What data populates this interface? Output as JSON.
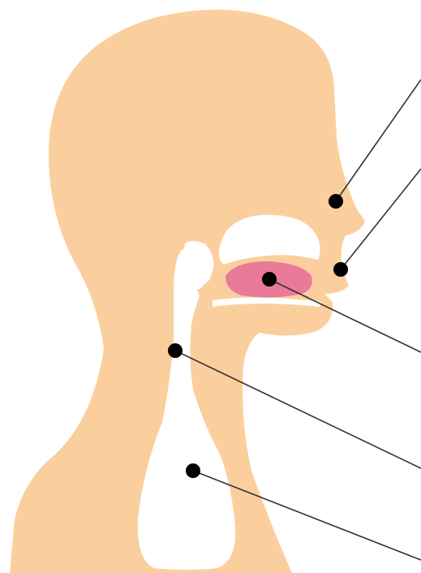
{
  "diagram": {
    "colors": {
      "background": "#ffffff",
      "skin": "#fbcf9d",
      "tongue": "#e97a9a",
      "airway": "#ffffff",
      "marker": "#000000",
      "leader_line": "#333333"
    },
    "markers": [
      {
        "name": "nose-marker"
      },
      {
        "name": "lips-marker"
      },
      {
        "name": "tongue-marker"
      },
      {
        "name": "pharynx-marker"
      },
      {
        "name": "esophagus-marker"
      }
    ]
  }
}
